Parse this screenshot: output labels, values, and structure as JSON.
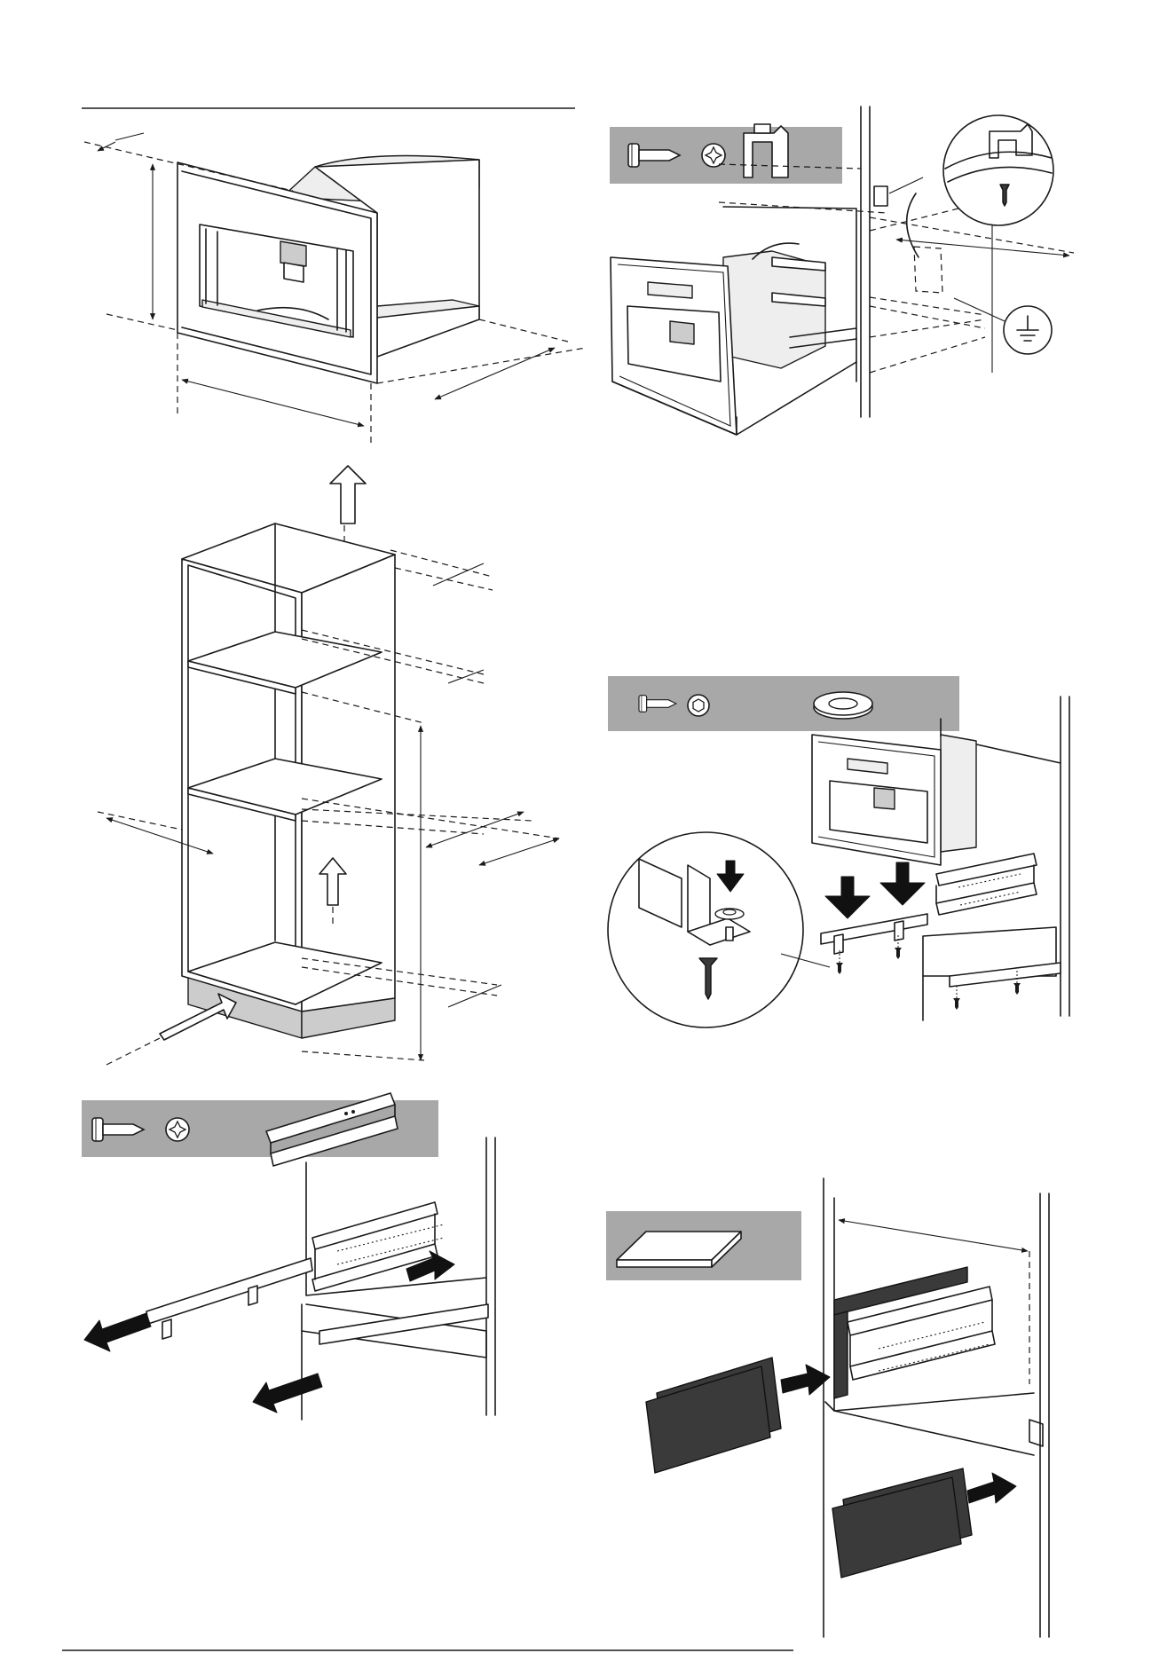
{
  "page": {
    "background": "#ffffff",
    "line_color": "#1a1a1a",
    "toolbar_color": "#a8a8a8",
    "panel_color": "#3a3a3a"
  },
  "figures": [
    {
      "id": "fig-appliance-dimensions",
      "icons": []
    },
    {
      "id": "fig-electrical-connection",
      "icons": [
        "screw-icon",
        "phillips-head-icon",
        "cable-clamp-icon",
        "ground-symbol-icon"
      ]
    },
    {
      "id": "fig-cabinet-dimensions",
      "icons": [
        "airflow-arrow-icon"
      ]
    },
    {
      "id": "fig-rail-fixing",
      "icons": [
        "screw-icon",
        "torx-head-icon",
        "washer-icon"
      ]
    },
    {
      "id": "fig-rail-mounting",
      "icons": [
        "screw-icon",
        "phillips-head-icon",
        "rail-icon"
      ]
    },
    {
      "id": "fig-cover-panels",
      "icons": [
        "cover-panel-icon"
      ]
    }
  ]
}
